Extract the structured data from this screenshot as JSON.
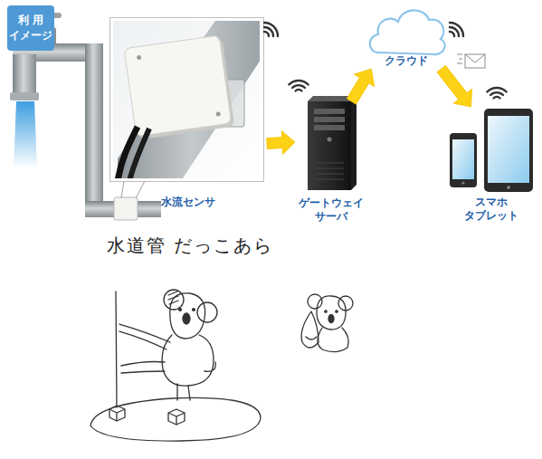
{
  "diagram": {
    "nodes": [
      {
        "text": [
          "利 用 イメージ"
        ]
      },
      {
        "text": [
          "水流センサ"
        ]
      },
      {
        "text": [
          "ゲートウェイ サーバ"
        ]
      },
      {
        "text": [
          "クラウド"
        ]
      },
      {
        "text": [
          "スマホ タブレット"
        ]
      }
    ],
    "edges": [
      {
        "from": 1,
        "to": 2,
        "arrow": "to"
      },
      {
        "from": 2,
        "to": 3,
        "arrow": "to"
      },
      {
        "from": 3,
        "to": 4,
        "arrow": "to"
      }
    ],
    "labels": [
      "水道管 だっこあら"
    ]
  }
}
